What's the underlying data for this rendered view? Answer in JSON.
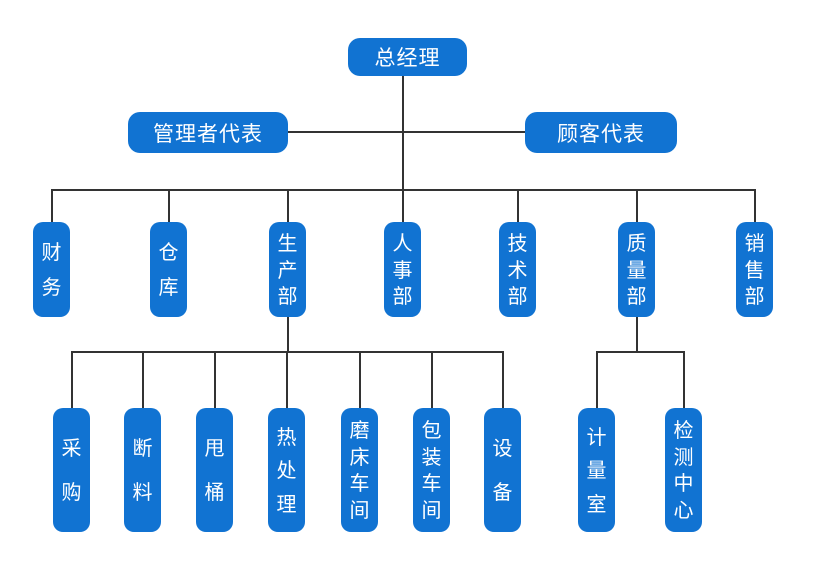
{
  "chart": {
    "type": "org-chart",
    "colors": {
      "node_fill": "#1173d2",
      "node_text": "#ffffff",
      "connector": "#333333",
      "background": "#ffffff"
    },
    "root": {
      "label": "总经理"
    },
    "level2": [
      {
        "label": "管理者代表"
      },
      {
        "label": "顾客代表"
      }
    ],
    "departments": [
      {
        "label": "财务"
      },
      {
        "label": "仓库"
      },
      {
        "label": "生产部"
      },
      {
        "label": "人事部"
      },
      {
        "label": "技术部"
      },
      {
        "label": "质量部"
      },
      {
        "label": "销售部"
      }
    ],
    "production_children": [
      {
        "label": "采购"
      },
      {
        "label": "断料"
      },
      {
        "label": "甩桶"
      },
      {
        "label": "热处理"
      },
      {
        "label": "磨床车间"
      },
      {
        "label": "包装车间"
      },
      {
        "label": "设备"
      }
    ],
    "quality_children": [
      {
        "label": "计量室"
      },
      {
        "label": "检测中心"
      }
    ]
  }
}
